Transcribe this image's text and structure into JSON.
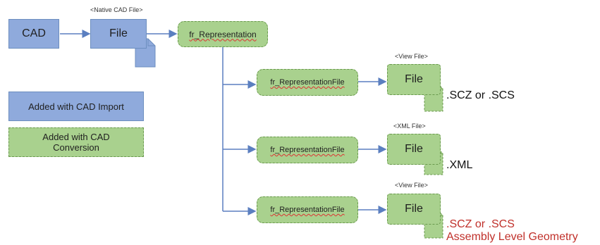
{
  "colors": {
    "blue_fill": "#8faadc",
    "green_fill": "#a9d18e",
    "arrow": "#5b7fc0",
    "red_text": "#c0302a"
  },
  "nodes": {
    "cad": "CAD",
    "file_top": "File",
    "fr_representation": "fr_Representation",
    "rep_file_1": "fr_RepresentationFile",
    "rep_file_2": "fr_RepresentationFile",
    "rep_file_3": "fr_RepresentationFile",
    "file_1": "File",
    "file_2": "File",
    "file_3": "File"
  },
  "tags": {
    "native": "<Native CAD File>",
    "view_1": "<View File>",
    "xml": "<XML File>",
    "view_2": "<View File>"
  },
  "extensions": {
    "ext_1": ".SCZ or .SCS",
    "ext_2": ".XML",
    "ext_3": ".SCZ or .SCS",
    "ext_3_note": "Assembly Level Geometry"
  },
  "legend": {
    "import": "Added with CAD Import",
    "conversion": "Added with CAD Conversion"
  }
}
